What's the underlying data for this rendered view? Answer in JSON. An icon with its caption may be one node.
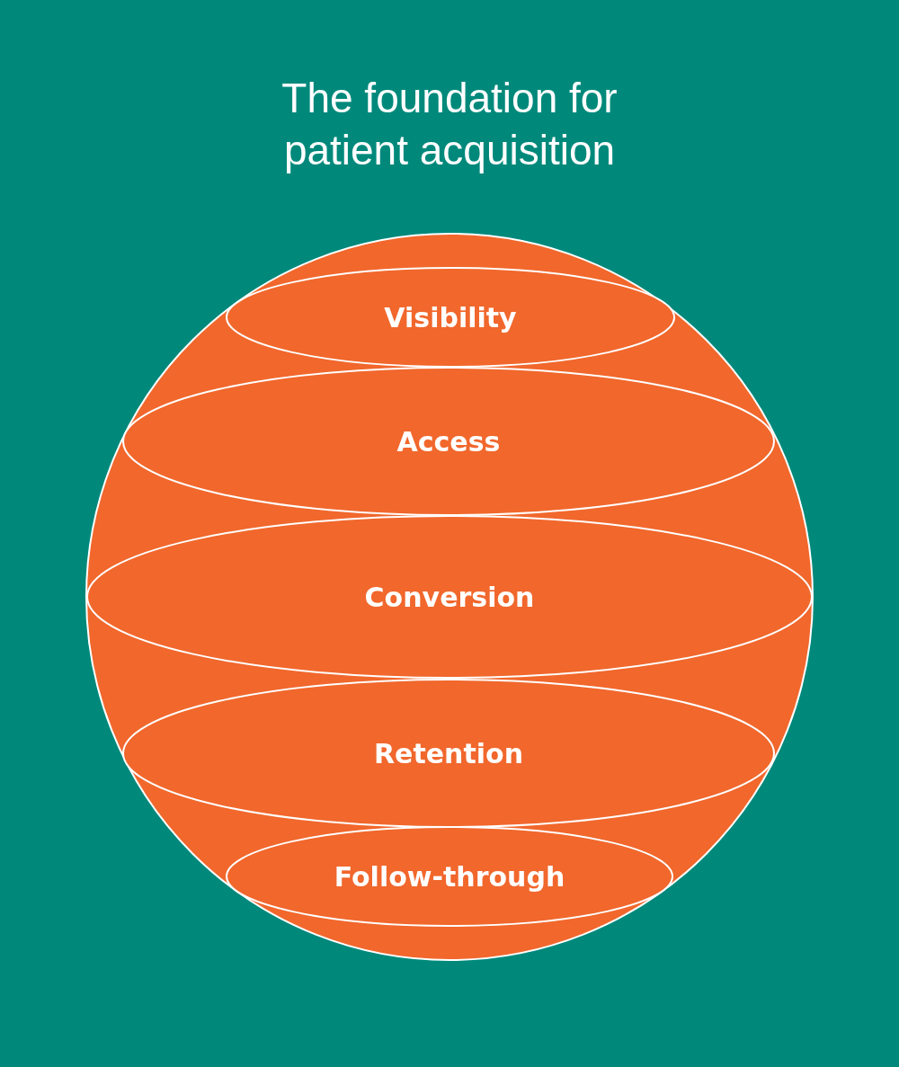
{
  "diagram": {
    "title": "The foundation for patient acquisition",
    "nodes": [
      {
        "text": [],
        "shape": "circle"
      },
      {
        "text": [
          "Visibility"
        ],
        "in": 0
      },
      {
        "text": [
          "Access"
        ],
        "in": 0
      },
      {
        "text": [
          "Conversion"
        ],
        "in": 0
      },
      {
        "text": [
          "Retention"
        ],
        "in": 0
      },
      {
        "text": [
          "Follow-through"
        ],
        "in": 0
      }
    ],
    "edges": []
  }
}
